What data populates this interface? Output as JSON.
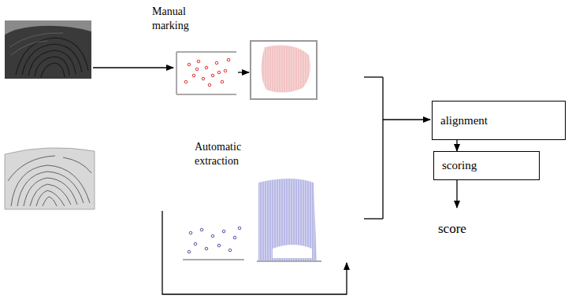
{
  "diagram": {
    "nodes": [
      {
        "text": [
          "alignment"
        ]
      },
      {
        "text": [
          "scoring"
        ]
      }
    ],
    "edges": [
      {
        "from": 0,
        "to": 1,
        "arrow": "to"
      }
    ],
    "labels": [
      "Manual marking",
      "Automatic extraction",
      "score"
    ]
  }
}
